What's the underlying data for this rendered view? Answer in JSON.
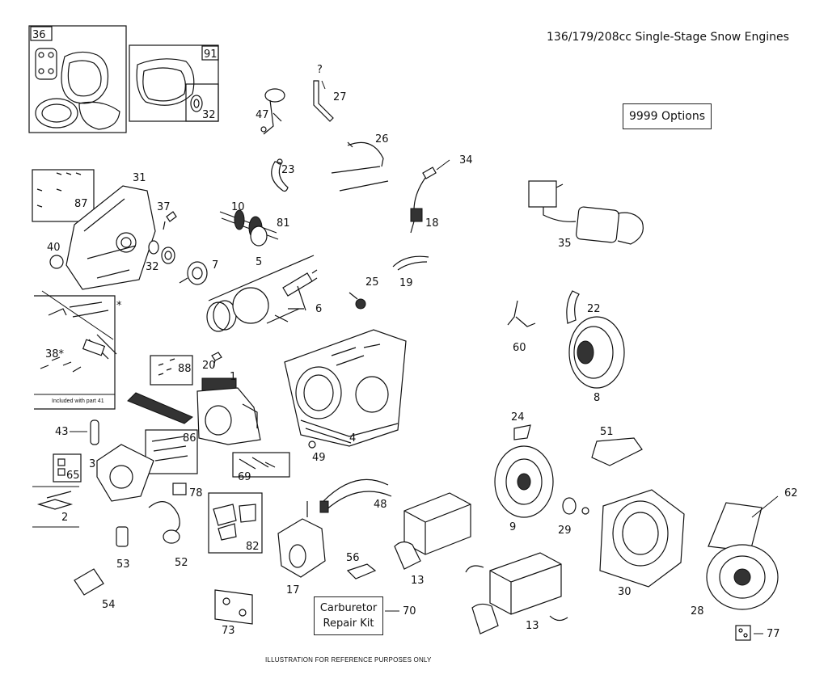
{
  "title": "136/179/208cc Single-Stage Snow Engines",
  "options_label": "9999  Options",
  "carburetor_kit": {
    "line1": "Carburetor",
    "line2": "Repair Kit",
    "number": "70"
  },
  "footer": "ILLUSTRATION FOR REFERENCE PURPOSES ONLY",
  "note_included": "Included with part 41",
  "unknown_marker": "?",
  "asterisk": "*",
  "part_labels": [
    "36",
    "91",
    "32",
    "47",
    "27",
    "26",
    "34",
    "23",
    "31",
    "87",
    "37",
    "10",
    "81",
    "18",
    "35",
    "40",
    "32",
    "7",
    "5",
    "25",
    "19",
    "6",
    "22",
    "60",
    "38*",
    "20",
    "88",
    "1",
    "8",
    "43",
    "86",
    "4",
    "49",
    "24",
    "51",
    "3",
    "65",
    "69",
    "78",
    "62",
    "48",
    "2",
    "9",
    "29",
    "82",
    "56",
    "13",
    "17",
    "53",
    "52",
    "30",
    "28",
    "54",
    "13",
    "73",
    "77"
  ]
}
